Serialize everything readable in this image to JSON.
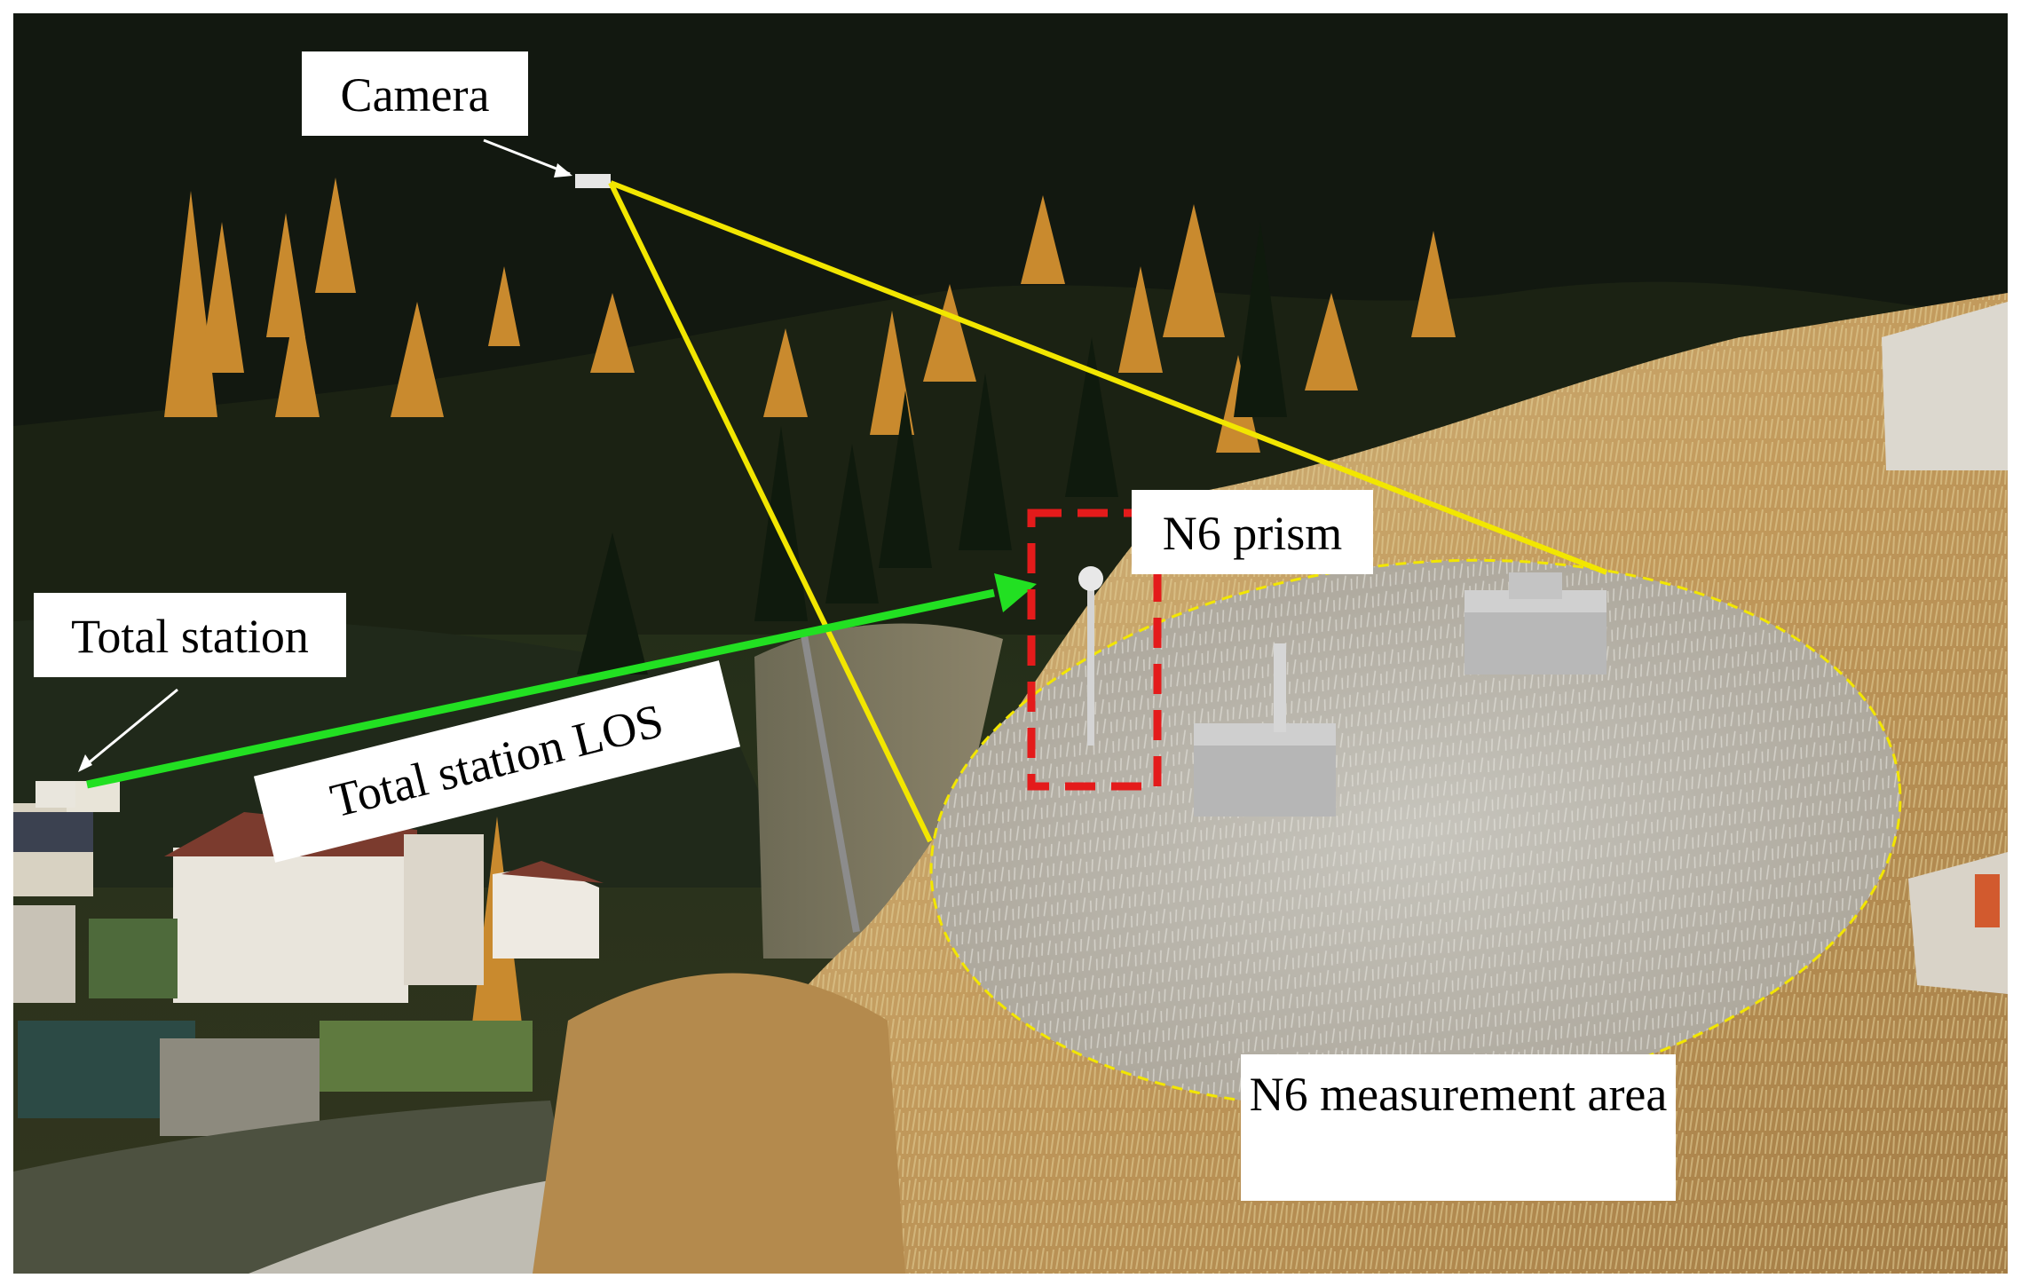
{
  "labels": {
    "camera": "Camera",
    "total_station": "Total station",
    "total_station_los": "Total station LOS",
    "n6_prism": "N6 prism",
    "n6_measurement_area": "N6 measurement area"
  },
  "colors": {
    "camera_view_lines": "#f2e600",
    "los_arrow": "#22e022",
    "prism_box": "#e41b1b",
    "area_outline": "#f2e600",
    "forest_dark": "#1c2414",
    "larch_orange": "#c98a2e",
    "dry_grass": "#c9ab73"
  }
}
